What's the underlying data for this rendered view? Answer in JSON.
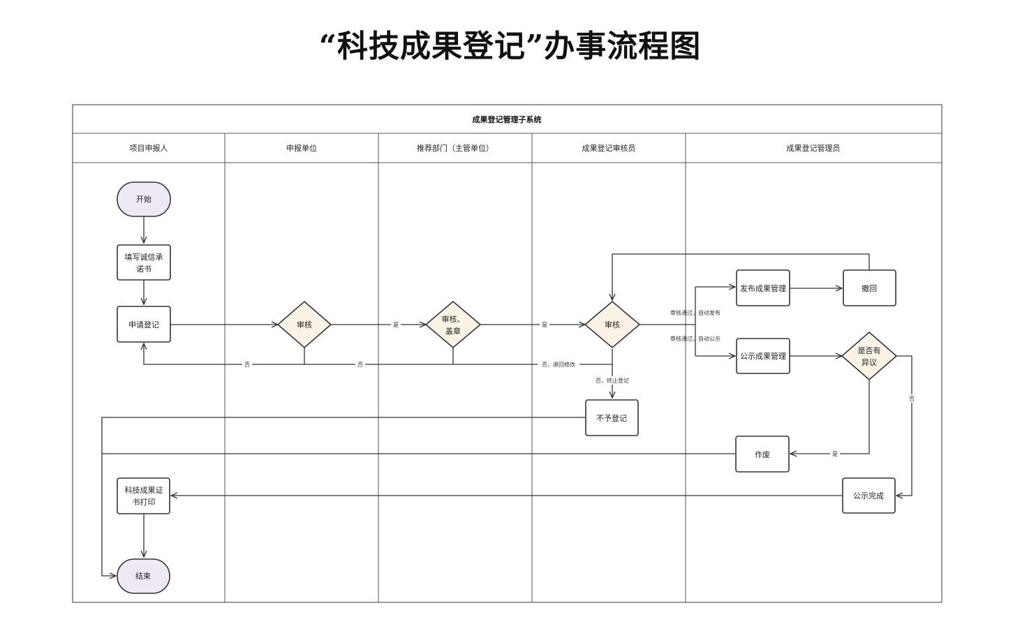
{
  "title": "“科技成果登记”办事流程图",
  "system_name": "成果登记管理子系统",
  "lanes": [
    "项目申报人",
    "申报单位",
    "推荐部门（主管单位）",
    "成果登记审核员",
    "成果登记管理员"
  ],
  "nodes": {
    "start": "开始",
    "fill_commitment": [
      "填写诚信承",
      "诺书"
    ],
    "apply": "申请登记",
    "review_unit": "审核",
    "review_stamp": [
      "审核、",
      "盖章"
    ],
    "review_auditor": "审核",
    "publish_mgmt": "发布成果管理",
    "revoke": "撤回",
    "public_mgmt": "公示成果管理",
    "objection": [
      "是否有",
      "异议"
    ],
    "reject": "不予登记",
    "void": "作废",
    "public_done": "公示完成",
    "cert_print": [
      "科技成果证",
      "书打印"
    ],
    "end": "结束"
  },
  "edge_labels": {
    "yes1": "是",
    "yes2": "是",
    "no1": "否",
    "no2": "否",
    "no_return": "否，退回修改",
    "no_terminate": "否，终止登记",
    "pass_publish": "审核通过，自动发布",
    "pass_public": "审核通过，自动公示",
    "no_objection": "否",
    "yes_objection": "是"
  }
}
